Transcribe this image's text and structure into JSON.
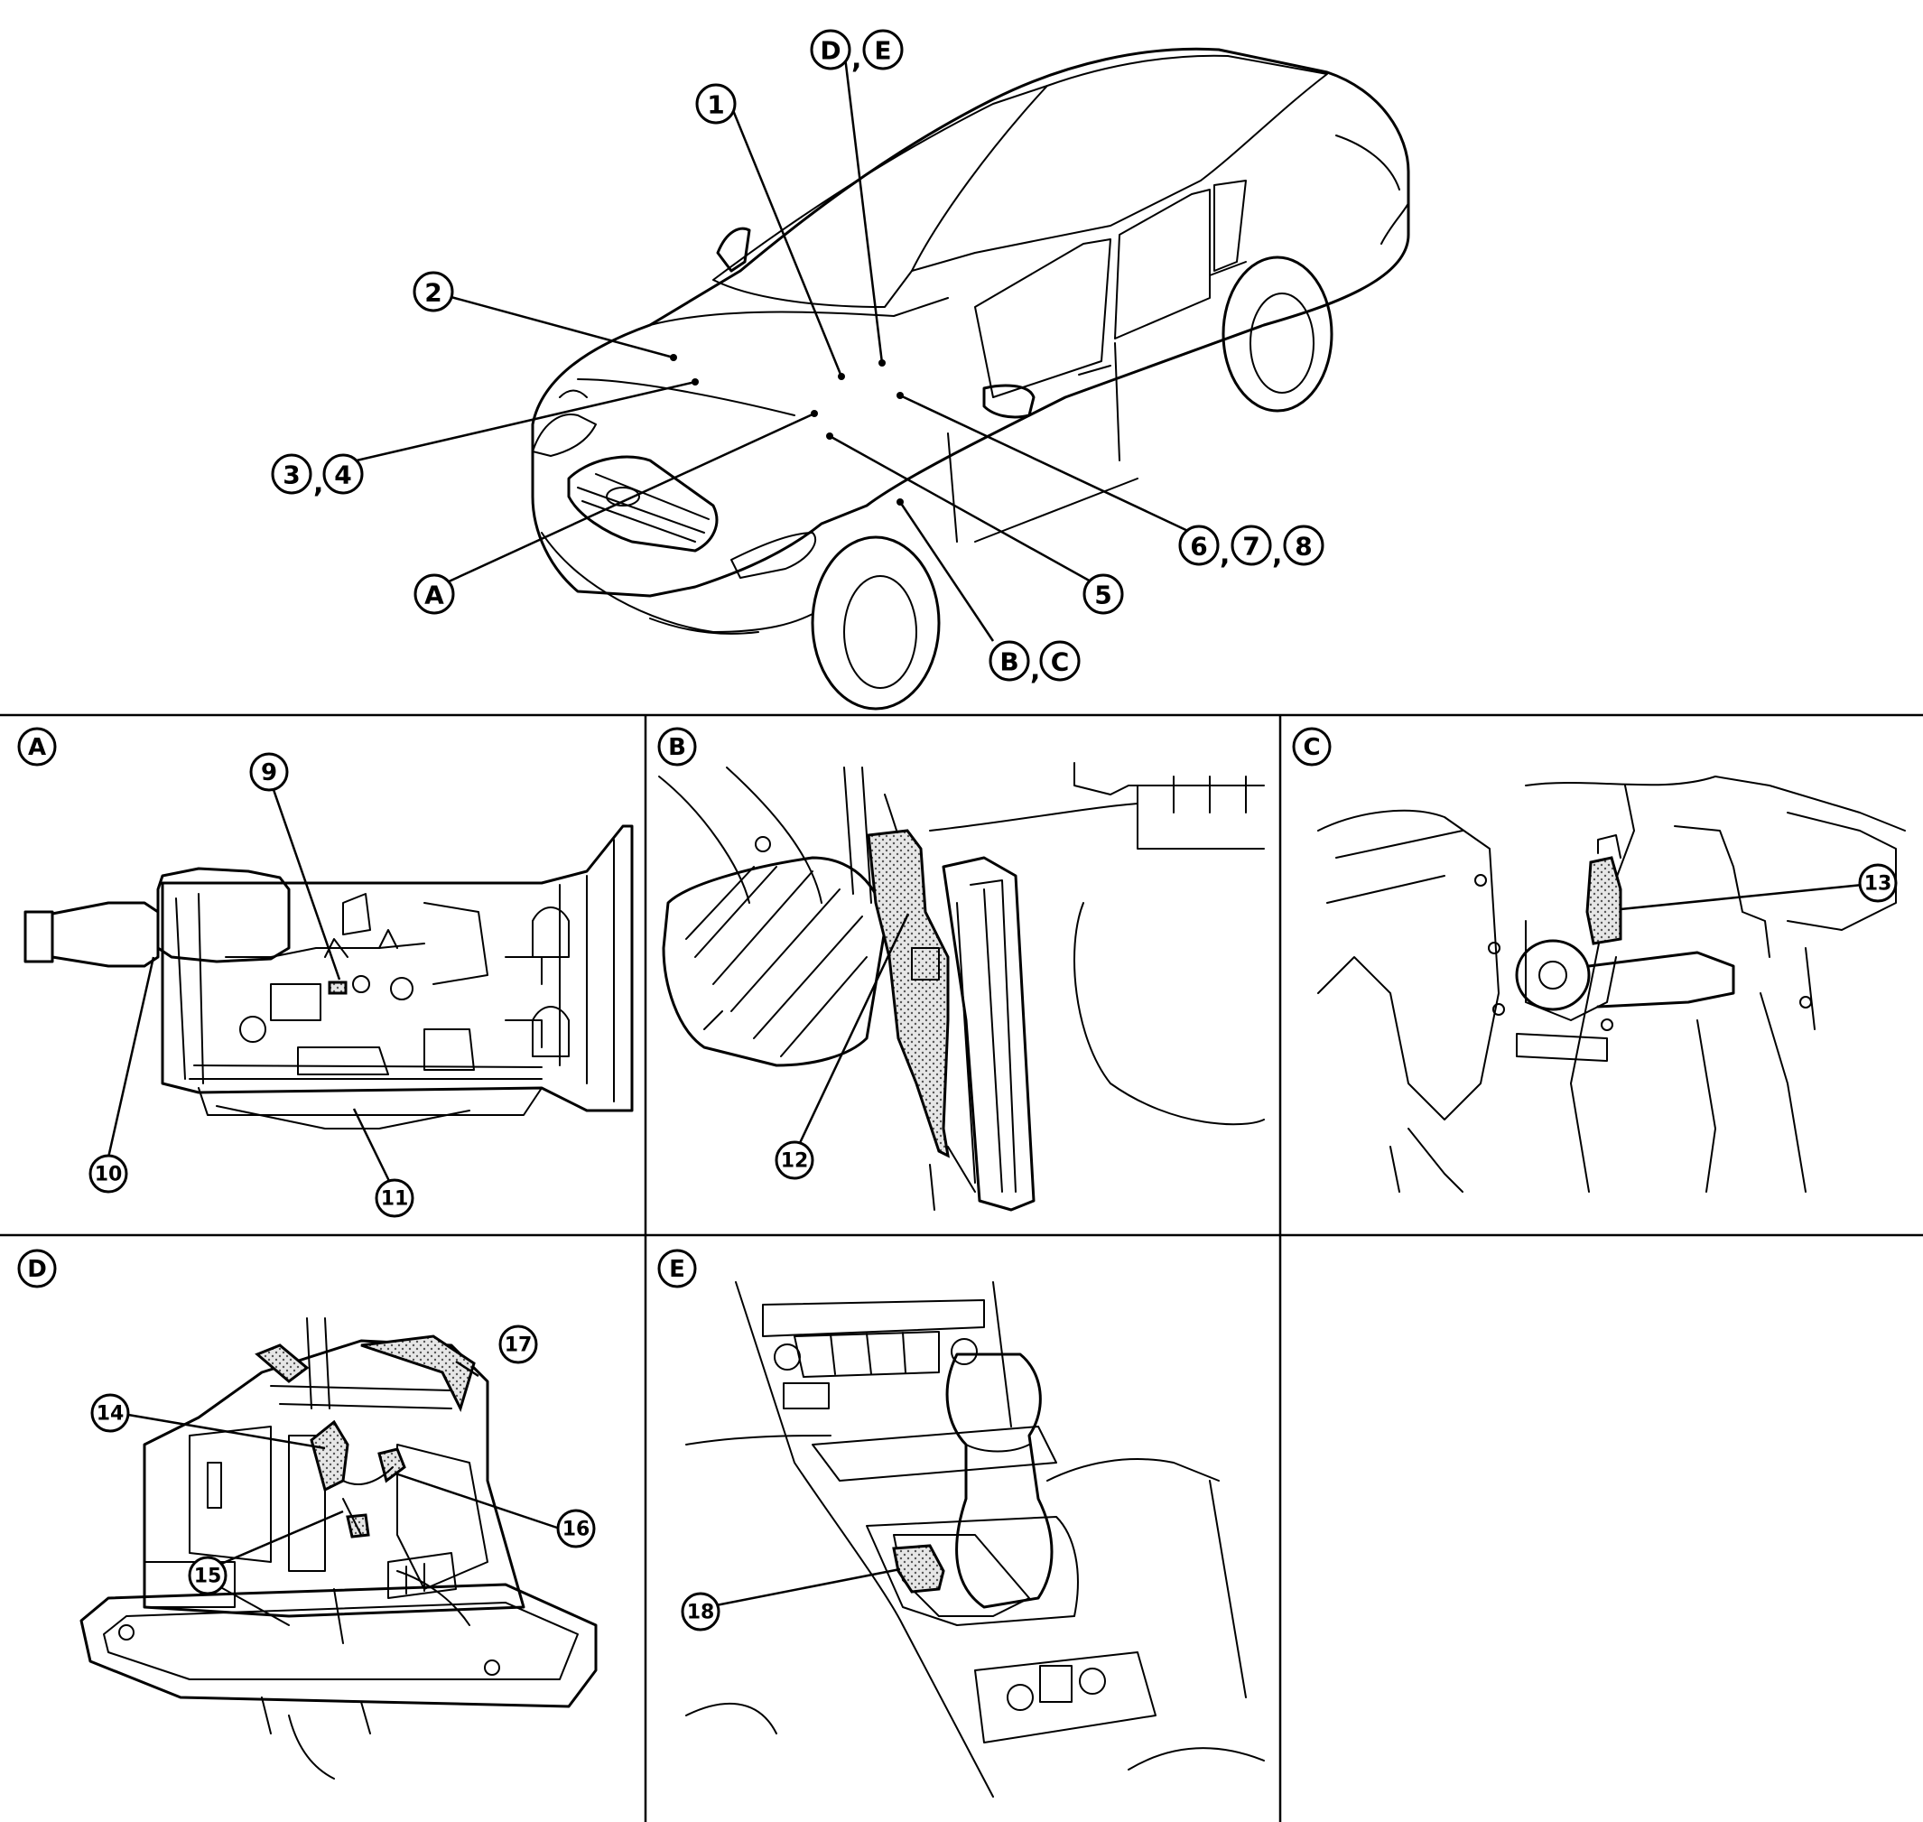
{
  "overview": {
    "callouts": [
      {
        "id": "c1",
        "label": "1"
      },
      {
        "id": "c2",
        "label": "2"
      },
      {
        "id": "c3",
        "label": "3"
      },
      {
        "id": "c4",
        "label": "4"
      },
      {
        "id": "c5",
        "label": "5"
      },
      {
        "id": "c6",
        "label": "6"
      },
      {
        "id": "c7",
        "label": "7"
      },
      {
        "id": "c8",
        "label": "8"
      },
      {
        "id": "cA",
        "label": "A"
      },
      {
        "id": "cB",
        "label": "B"
      },
      {
        "id": "cC",
        "label": "C"
      },
      {
        "id": "cD",
        "label": "D"
      },
      {
        "id": "cE",
        "label": "E"
      }
    ],
    "separator": ","
  },
  "panels": {
    "A": {
      "letter": "A",
      "callouts": [
        "9",
        "10",
        "11"
      ]
    },
    "B": {
      "letter": "B",
      "callouts": [
        "12"
      ]
    },
    "C": {
      "letter": "C",
      "callouts": [
        "13"
      ]
    },
    "D": {
      "letter": "D",
      "callouts": [
        "14",
        "15",
        "16",
        "17"
      ]
    },
    "E": {
      "letter": "E",
      "callouts": [
        "18"
      ]
    }
  }
}
